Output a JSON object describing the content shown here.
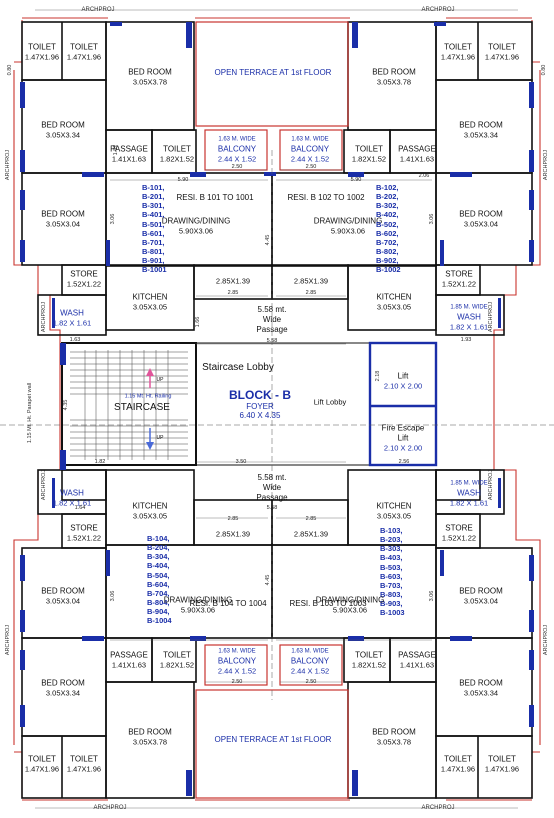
{
  "watermark": "ARCHPROJ",
  "terrace": "OPEN TERRACE AT 1st FLOOR",
  "rooms": {
    "toilet": "TOILET",
    "toilet_a": "1.47X1.96",
    "bedroom": "BED ROOM",
    "bed_a": "3.05X3.78",
    "bed_b": "3.05X3.34",
    "bed_c": "3.05X3.04",
    "passage": "PASSAGE",
    "passage_d": "1.41X1.63",
    "toilet_b": "1.82X1.52",
    "balcony": "BALCONY",
    "balcony_w": "1.63 M. WIDE",
    "balcony_d": "2.44 X 1.52",
    "store": "STORE",
    "store_d": "1.52X1.22",
    "wash": "WASH",
    "wash_d": "1.82 X 1.61",
    "wash_w": "1.85 M. WIDE",
    "kitchen": "KITCHEN",
    "kitchen_d": "3.05X3.05",
    "dd": "DRAWING/DINING",
    "dd_d": "5.90X3.06",
    "sub": "2.85X1.39"
  },
  "resi": {
    "top_left": "RESI. B 101 TO 1001",
    "top_right": "RESI. B 102 TO 1002",
    "bot_left": "RESI. B 104 TO 1004",
    "bot_right": "RESI. B 103 TO 1003"
  },
  "units": {
    "b1": [
      "B-101,",
      "B-201,",
      "B-301,",
      "B-401,",
      "B-501,",
      "B-601,",
      "B-701,",
      "B-801,",
      "B-901,",
      "B-1001"
    ],
    "b2": [
      "B-102,",
      "B-202,",
      "B-302,",
      "B-402,",
      "B-502,",
      "B-602,",
      "B-702,",
      "B-802,",
      "B-902,",
      "B-1002"
    ],
    "b4": [
      "B-104,",
      "B-204,",
      "B-304,",
      "B-404,",
      "B-504,",
      "B-604,",
      "B-704,",
      "B-804,",
      "B-904,",
      "B-1004"
    ],
    "b3": [
      "B-103,",
      "B-203,",
      "B-303,",
      "B-403,",
      "B-503,",
      "B-603,",
      "B-703,",
      "B-803,",
      "B-903,",
      "B-1003"
    ]
  },
  "core": {
    "passage_w": "5.58 mt.",
    "passage_t": "Wide",
    "passage_l": "Passage",
    "lobby": "Staircase Lobby",
    "block": "BLOCK - B",
    "foyer": "FOYER",
    "foyer_d": "6.40 X 4.35",
    "staircase": "STAIRCASE",
    "railing": "1.15 Mt. Ht. Railing",
    "parapet": "1.15 Mt. Ht. Parapet wall",
    "up": "UP",
    "lift": "Lift",
    "lift_d": "2.10 X 2.00",
    "lift_lobby": "Lift Lobby",
    "fire": "Fire Escape",
    "fire_l": "Lift"
  },
  "dims": {
    "d250": "2.50",
    "d590": "5.90",
    "d285": "2.85",
    "d558": "5.58",
    "d350": "3.50",
    "d163": "1.63",
    "d193": "1.93",
    "d164": "1.64",
    "d182": "1.82",
    "d206": "2.06",
    "d256": "2.56",
    "d218": "2.18",
    "d306": "3.06",
    "d445": "4.45",
    "d080": "0.80",
    "d152": "1.52",
    "d166": "1.66",
    "d435": "4.35"
  }
}
